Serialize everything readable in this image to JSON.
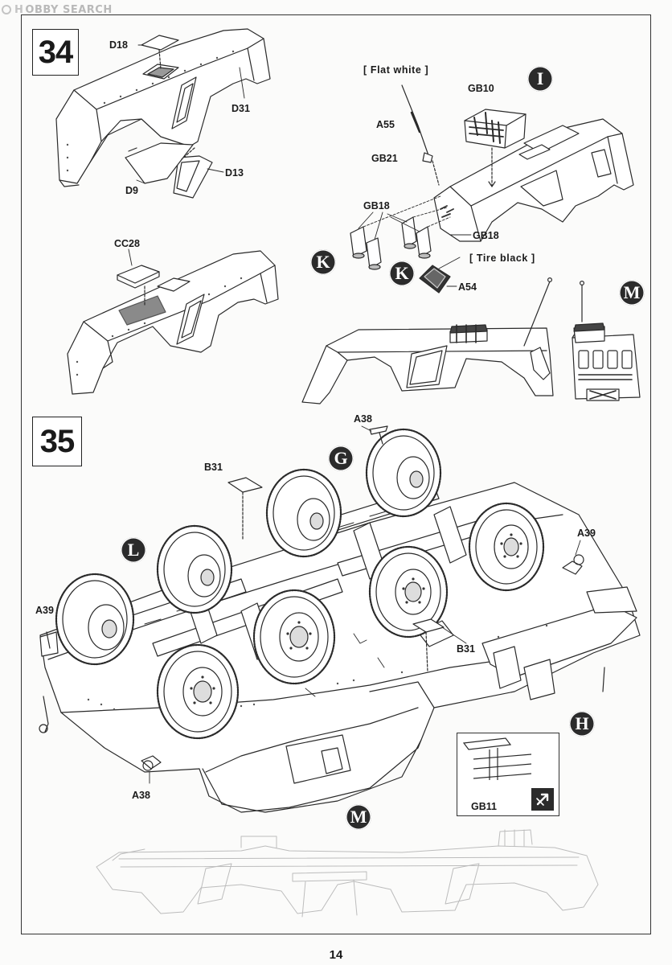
{
  "watermark": {
    "logo": "H",
    "brand": "OBBY SEARCH"
  },
  "page_number": "14",
  "step34": {
    "number": "34",
    "parts": {
      "d18": "D18",
      "d31": "D31",
      "d13": "D13",
      "d9": "D9",
      "cc28": "CC28",
      "gb10": "GB10",
      "a55": "A55",
      "gb21": "GB21",
      "gb18_left": "GB18",
      "gb18_right": "GB18",
      "a54": "A54"
    },
    "notes": {
      "flat_white": "[ Flat white ]",
      "tire_black": "[ Tire black ]"
    },
    "markers": {
      "i": "I",
      "k1": "K",
      "k2": "K",
      "m": "M"
    }
  },
  "step35": {
    "number": "35",
    "parts": {
      "a38_top": "A38",
      "b31_top": "B31",
      "a39_right": "A39",
      "a39_left": "A39",
      "b31_mid": "B31",
      "a38_bottom": "A38",
      "gb11": "GB11"
    },
    "markers": {
      "g": "G",
      "l": "L",
      "h": "H",
      "m": "M"
    }
  }
}
